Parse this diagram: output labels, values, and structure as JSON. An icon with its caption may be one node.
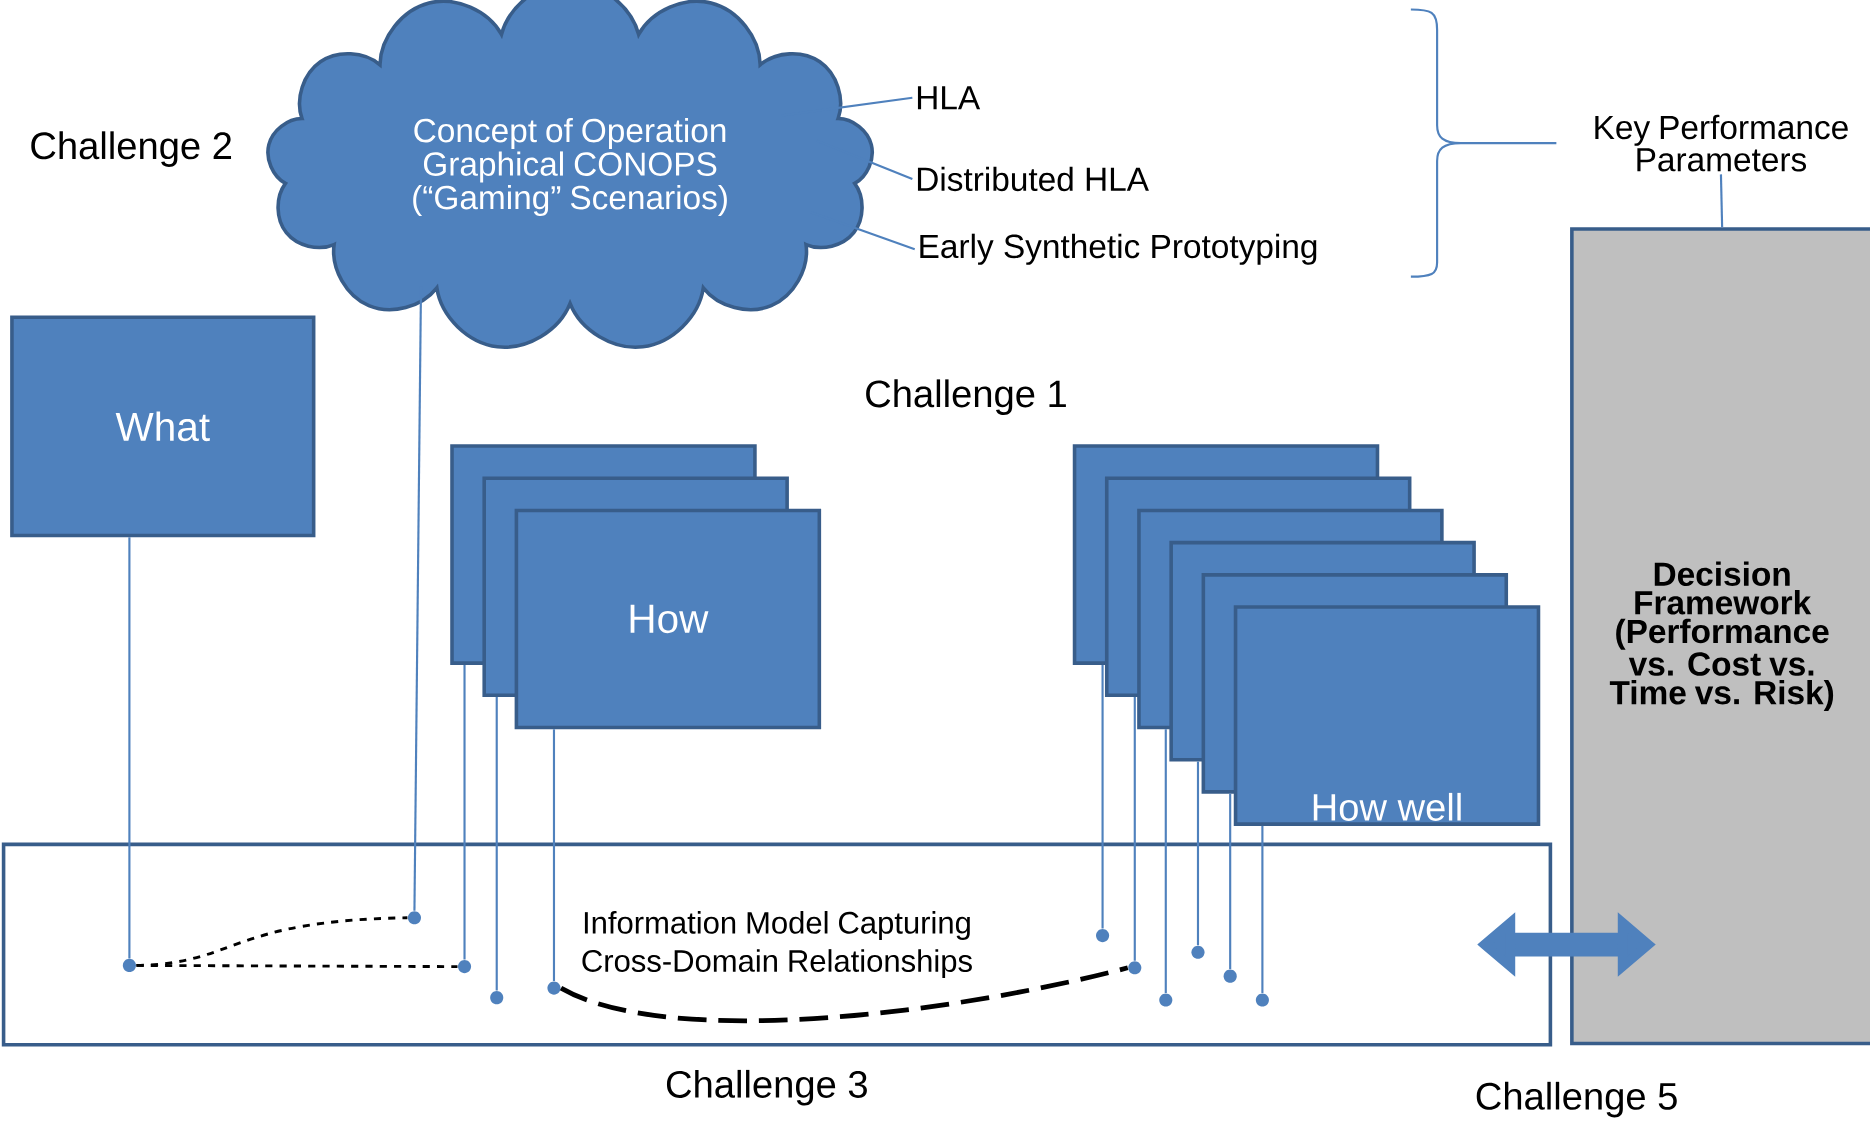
{
  "diagram": {
    "nodes": [
      {
        "text": [
          "Concept of Operation Graphical CONOPS (“Gaming” Scenarios)"
        ]
      },
      {
        "text": [
          "HLA"
        ]
      },
      {
        "text": [
          "Distributed HLA"
        ]
      },
      {
        "text": [
          "Early Synthetic Prototyping"
        ]
      },
      {
        "text": [
          "Key Performance Parameters"
        ]
      },
      {
        "text": [
          "Decision Framework (Performance vs. Cost vs. Time vs. Risk)"
        ]
      },
      {
        "text": [
          "What"
        ]
      },
      {
        "text": [],
        "shape": "box"
      },
      {
        "text": [],
        "shape": "box"
      },
      {
        "text": [
          "How"
        ]
      },
      {
        "text": [],
        "shape": "box"
      },
      {
        "text": [],
        "shape": "box"
      },
      {
        "text": [],
        "shape": "box"
      },
      {
        "text": [],
        "shape": "box"
      },
      {
        "text": [],
        "shape": "box"
      },
      {
        "text": [
          "How well"
        ]
      },
      {
        "text": [
          "Information Model Capturing Cross-Domain Relationships"
        ]
      },
      {
        "text": [],
        "shape": "circle",
        "in": 16
      },
      {
        "text": [],
        "shape": "circle",
        "in": 16
      },
      {
        "text": [],
        "shape": "circle",
        "in": 16
      },
      {
        "text": [],
        "shape": "circle",
        "in": 16
      },
      {
        "text": [],
        "shape": "circle",
        "in": 16
      },
      {
        "text": [],
        "shape": "circle",
        "in": 16
      },
      {
        "text": [],
        "shape": "circle",
        "in": 16
      },
      {
        "text": [],
        "shape": "circle",
        "in": 16
      },
      {
        "text": [],
        "shape": "circle",
        "in": 16
      },
      {
        "text": [],
        "shape": "circle",
        "in": 16
      },
      {
        "text": [],
        "shape": "circle",
        "in": 16
      }
    ],
    "edges": [
      {
        "from": 0,
        "to": 1,
        "arrow": "none"
      },
      {
        "from": 0,
        "to": 2,
        "arrow": "none"
      },
      {
        "from": 0,
        "to": 3,
        "arrow": "none"
      },
      {
        "from": 4,
        "to": 5,
        "arrow": "none"
      },
      {
        "from": 6,
        "to": 17,
        "arrow": "none"
      },
      {
        "from": 0,
        "to": 18,
        "arrow": "none"
      },
      {
        "from": 7,
        "to": 19,
        "arrow": "none"
      },
      {
        "from": 8,
        "to": 20,
        "arrow": "none"
      },
      {
        "from": 9,
        "to": 21,
        "arrow": "none"
      },
      {
        "from": 10,
        "to": 22,
        "arrow": "none"
      },
      {
        "from": 11,
        "to": 23,
        "arrow": "none"
      },
      {
        "from": 12,
        "to": 24,
        "arrow": "none"
      },
      {
        "from": 13,
        "to": 25,
        "arrow": "none"
      },
      {
        "from": 14,
        "to": 26,
        "arrow": "none"
      },
      {
        "from": 15,
        "to": 27,
        "arrow": "none"
      },
      {
        "from": 17,
        "to": 18,
        "arrow": "none",
        "style": "dashed",
        "color": "#000000"
      },
      {
        "from": 17,
        "to": 19,
        "arrow": "none",
        "style": "dashed",
        "color": "#000000"
      },
      {
        "from": 21,
        "to": 23,
        "arrow": "none",
        "style": "dashed",
        "color": "#000000"
      },
      {
        "from": 16,
        "to": 5,
        "arrow": "both",
        "style": "thick"
      }
    ],
    "labels": [
      "Challenge 2",
      "Challenge 1",
      "Challenge 3",
      "Challenge 5"
    ]
  }
}
